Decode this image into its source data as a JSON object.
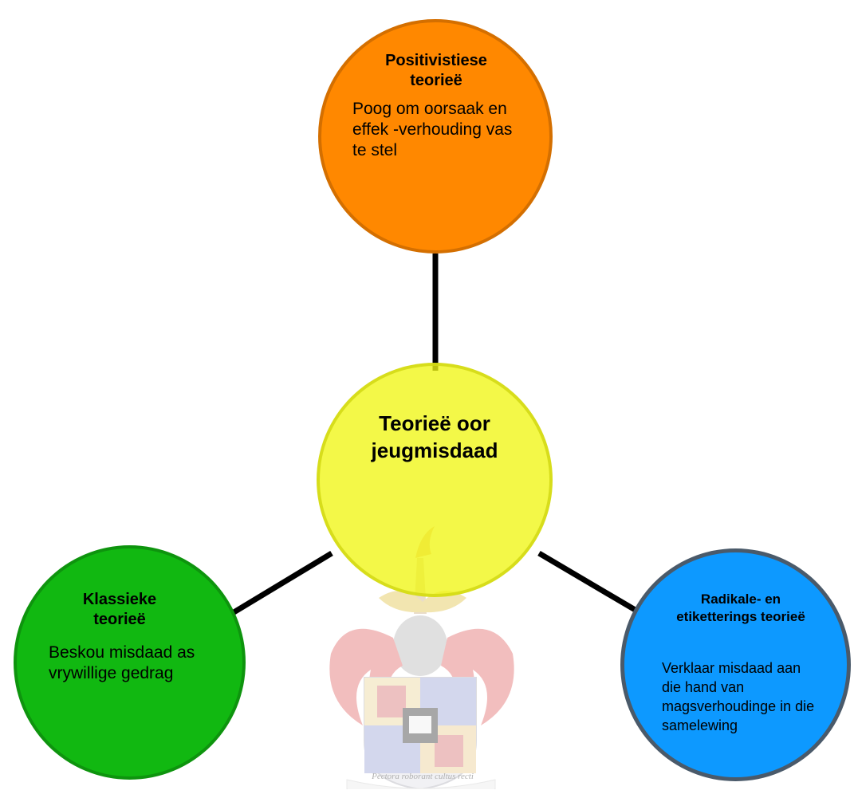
{
  "diagram": {
    "center": {
      "title": "Teorieë oor jeugmisdaad"
    },
    "nodes": [
      {
        "title": "Positivistiese teorieë",
        "body": "Poog om oorsaak en effek -verhouding vas te stel",
        "color": "#ff8800"
      },
      {
        "title": "Klassieke teorieë",
        "body": "Beskou misdaad as vrywillige gedrag",
        "color": "#11b811"
      },
      {
        "title": "Radikale- en etiketterings teorieë",
        "body": "Verklaar misdaad aan die hand van magsverhoudinge in die samelewing",
        "color": "#0d99ff"
      }
    ],
    "center_color": "#f0f614"
  },
  "watermark": {
    "motto": "Pectora roborant cultus recti"
  }
}
